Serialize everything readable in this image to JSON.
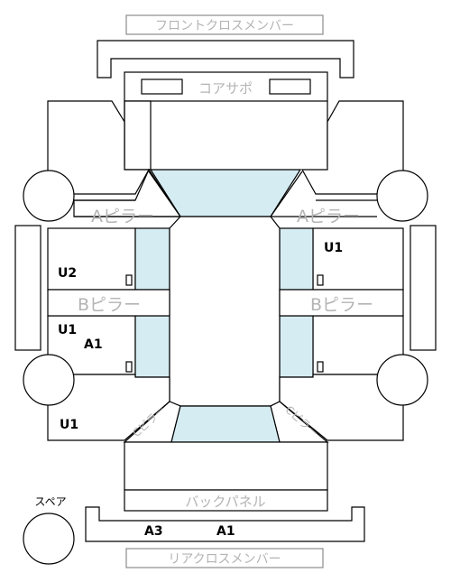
{
  "labels": {
    "front_cross_member": "フロントクロスメンバー",
    "core_support": "コアサポ",
    "a_pillar_left": "Aピラー",
    "a_pillar_right": "Aピラー",
    "b_pillar_left": "Bピラー",
    "b_pillar_right": "Bピラー",
    "back_panel": "バックパネル",
    "rear_cross_member": "リアクロスメンバー",
    "spare": "スペア",
    "c_pillar_left": "Cピラー",
    "c_pillar_right": "Cピラー"
  },
  "marks": {
    "front_left_door": "U2",
    "rear_left_door_1": "U1",
    "rear_left_door_2": "A1",
    "front_right_door": "U1",
    "left_rear_quarter": "U1",
    "trunk_1": "A3",
    "trunk_2": "A1"
  },
  "colors": {
    "glass": "#d5ecf2",
    "label_gray": "#b4b4b4",
    "line": "#000000"
  }
}
